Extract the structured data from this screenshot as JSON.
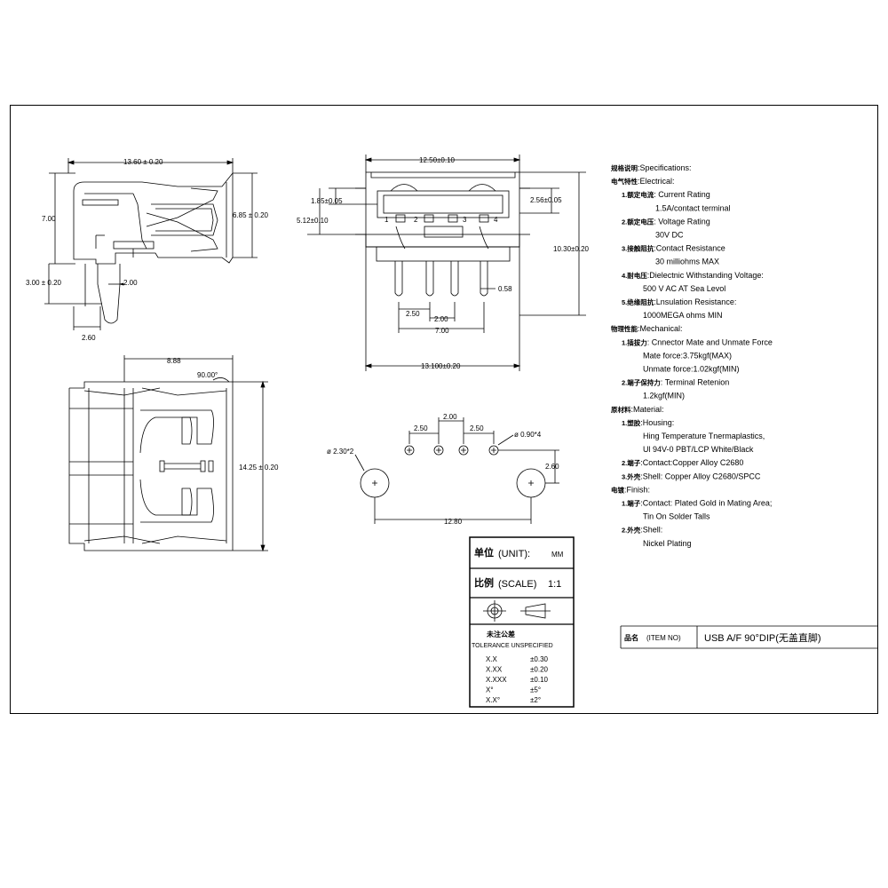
{
  "dimensions": {
    "side_width": "13.60 ± 0.20",
    "side_height_7": "7.00",
    "side_h685": "6.85 ± 0.20",
    "side_300": "3.00 ± 0.20",
    "side_200": "2.00",
    "side_260": "2.60",
    "front_width": "12.50±0.10",
    "front_185": "1.85±0.05",
    "front_512": "5.12±0.10",
    "front_256": "2.56±0.05",
    "front_1030": "10.30±0.20",
    "front_058": "0.58",
    "front_250": "2.50",
    "front_200": "2.00",
    "front_700": "7.00",
    "front_13100": "13.100±0.20",
    "pin_1": "1",
    "pin_2": "2",
    "pin_3": "3",
    "pin_4": "4",
    "top_888": "8.88",
    "top_90": "90.00°",
    "top_1425": "14.25 ± 0.20",
    "pcb_200": "2.00",
    "pcb_250a": "2.50",
    "pcb_250b": "2.50",
    "pcb_090": "ø 0.90*4",
    "pcb_230": "ø 2.30*2",
    "pcb_260": "2.60",
    "pcb_1280": "12.80"
  },
  "specs": [
    {
      "cn": "规格说明",
      "text": ":Specifications:",
      "indent": 0
    },
    {
      "cn": "电气特性",
      "text": ":Electrical:",
      "indent": 0
    },
    {
      "cn": "1.额定电流",
      "text": ": Current Rating",
      "indent": 1
    },
    {
      "cn": "",
      "text": "1.5A/contact terminal",
      "indent": 3
    },
    {
      "cn": "2.额定电压",
      "text": ": Voltage Rating",
      "indent": 1
    },
    {
      "cn": "",
      "text": "30V DC",
      "indent": 3
    },
    {
      "cn": "3.接触阻抗",
      "text": ":Contact Resistance",
      "indent": 1
    },
    {
      "cn": "",
      "text": "30 milliohms MAX",
      "indent": 3
    },
    {
      "cn": "4.耐电压",
      "text": ":Dielectnic Withstanding Voltage:",
      "indent": 1
    },
    {
      "cn": "",
      "text": "500 V AC AT Sea Levol",
      "indent": 2
    },
    {
      "cn": "5.绝缘阻抗",
      "text": ":Lnsulation Resistance:",
      "indent": 1
    },
    {
      "cn": "",
      "text": "1000MEGA ohms MIN",
      "indent": 2
    },
    {
      "cn": "物理性能",
      "text": ":Mechanical:",
      "indent": 0
    },
    {
      "cn": "1.插拔力",
      "text": ": Cnnector Mate and Unmate Force",
      "indent": 1
    },
    {
      "cn": "",
      "text": "Mate force:3.75kgf(MAX)",
      "indent": 2
    },
    {
      "cn": "",
      "text": "Unmate force:1.02kgf(MIN)",
      "indent": 2
    },
    {
      "cn": "2.端子保持力",
      "text": ": Terminal Retenion",
      "indent": 1
    },
    {
      "cn": "",
      "text": "1.2kgf(MIN)",
      "indent": 2
    },
    {
      "cn": "原材料",
      "text": ":Material:",
      "indent": 0
    },
    {
      "cn": "1.塑胶",
      "text": ":Housing:",
      "indent": 1
    },
    {
      "cn": "",
      "text": "Hing Temperature  Tnermaplastics,",
      "indent": 2
    },
    {
      "cn": "",
      "text": "Ul 94V-0  PBT/LCP White/Black",
      "indent": 2
    },
    {
      "cn": "2.端子",
      "text": ":Contact:Copper Alloy C2680",
      "indent": 1
    },
    {
      "cn": "3.外壳",
      "text": ":Shell: Copper Alloy C2680/SPCC",
      "indent": 1
    },
    {
      "cn": "电镀",
      "text": ":Finish:",
      "indent": 0
    },
    {
      "cn": "1.端子",
      "text": ":Contact: Plated Gold in Mating Area;",
      "indent": 1
    },
    {
      "cn": "",
      "text": "Tin On Solder Talls",
      "indent": 2
    },
    {
      "cn": "2.外壳",
      "text": ":Shell:",
      "indent": 1
    },
    {
      "cn": "",
      "text": "Nickel Plating",
      "indent": 2
    }
  ],
  "title_block": {
    "unit_cn": "单位",
    "unit_label": "(UNIT):",
    "unit_value": "MM",
    "scale_cn": "比例",
    "scale_label": "(SCALE)",
    "scale_value": "1:1",
    "tol_cn": "未注公差",
    "tol_title": "TOLERANCE UNSPECIFIED",
    "tolerances": [
      {
        "key": "X.X",
        "val": "±0.30"
      },
      {
        "key": "X.XX",
        "val": "±0.20"
      },
      {
        "key": "X.XXX",
        "val": "±0.10"
      },
      {
        "key": "X°",
        "val": "±5°"
      },
      {
        "key": "X.X°",
        "val": "±2°"
      }
    ]
  },
  "item": {
    "cn": "品名",
    "label": "(ITEM NO)",
    "value": "USB A/F 90°DIP(无盖直脚)"
  }
}
